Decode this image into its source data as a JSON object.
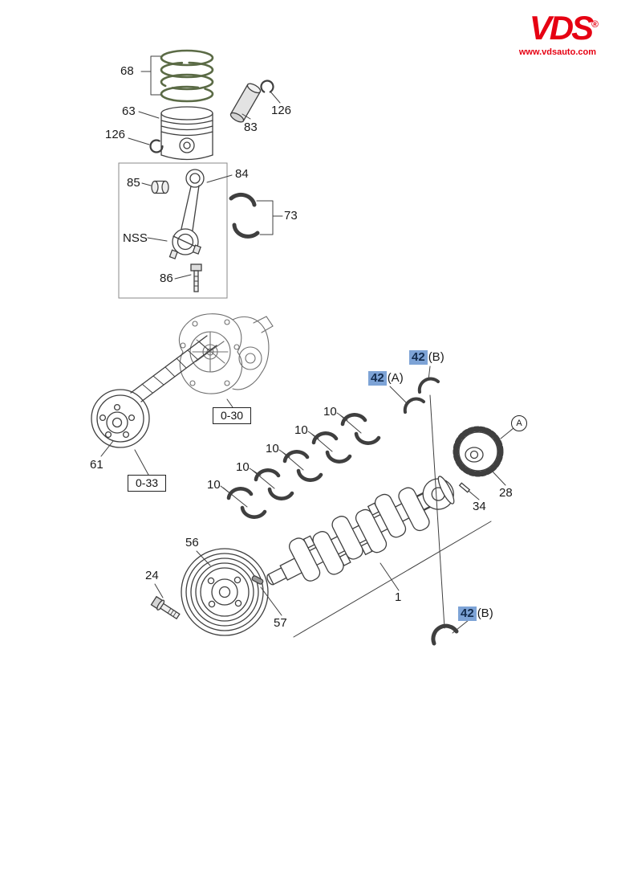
{
  "brand": {
    "name": "VDS",
    "reg": "®",
    "website": "www.vdsauto.com",
    "color": "#e60012"
  },
  "diagram": {
    "highlight_color": "#7da3d6",
    "labels": {
      "n68": "68",
      "n63": "63",
      "n126": "126",
      "n83": "83",
      "n84": "84",
      "n85": "85",
      "nss": "NSS",
      "n73": "73",
      "n86": "86",
      "ref030": "0-30",
      "ref033": "0-33",
      "n61": "61",
      "n10": "10",
      "n42": "42",
      "sufA": "(A)",
      "sufB": "(B)",
      "n28": "28",
      "viewA": "A",
      "n34": "34",
      "n1": "1",
      "n56": "56",
      "n24": "24",
      "n57": "57"
    }
  }
}
